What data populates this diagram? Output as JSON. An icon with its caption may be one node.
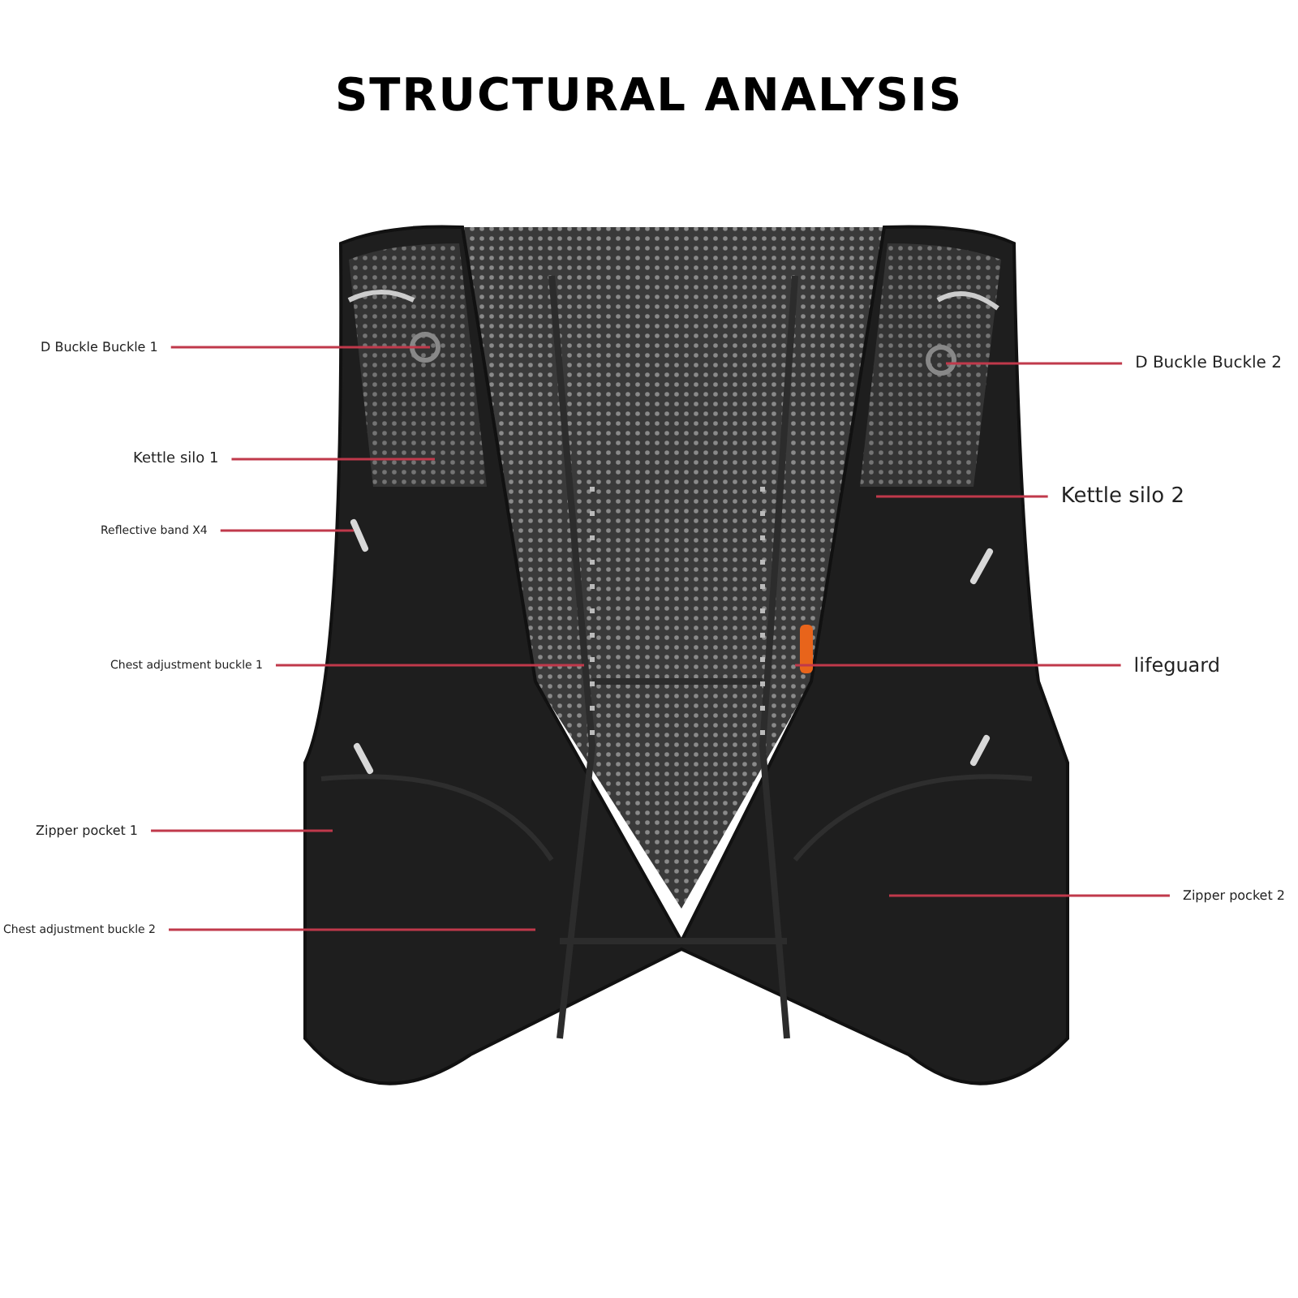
{
  "diagram": {
    "title": "STRUCTURAL ANALYSIS",
    "nodes": [
      {
        "text": [
          "D Buckle Buckle 1"
        ]
      },
      {
        "text": [
          "Kettle silo 1"
        ]
      },
      {
        "text": [
          "Reflective band X4"
        ]
      },
      {
        "text": [
          "Chest adjustment buckle 1"
        ]
      },
      {
        "text": [
          "Zipper pocket 1"
        ]
      },
      {
        "text": [
          "Chest adjustment buckle 2"
        ]
      },
      {
        "text": [
          "D Buckle Buckle 2"
        ]
      },
      {
        "text": [
          "Kettle silo 2"
        ]
      },
      {
        "text": [
          "lifeguard"
        ]
      },
      {
        "text": [
          "Zipper pocket 2"
        ]
      }
    ],
    "edges": [
      {
        "from": 0,
        "to": null,
        "arrow": "none"
      },
      {
        "from": 1,
        "to": null,
        "arrow": "none"
      },
      {
        "from": 2,
        "to": null,
        "arrow": "none"
      },
      {
        "from": 3,
        "to": null,
        "arrow": "none"
      },
      {
        "from": 4,
        "to": null,
        "arrow": "none"
      },
      {
        "from": 5,
        "to": null,
        "arrow": "none"
      },
      {
        "from": 6,
        "to": null,
        "arrow": "none"
      },
      {
        "from": 7,
        "to": null,
        "arrow": "none"
      },
      {
        "from": 8,
        "to": null,
        "arrow": "none"
      },
      {
        "from": 9,
        "to": null,
        "arrow": "none"
      }
    ]
  }
}
